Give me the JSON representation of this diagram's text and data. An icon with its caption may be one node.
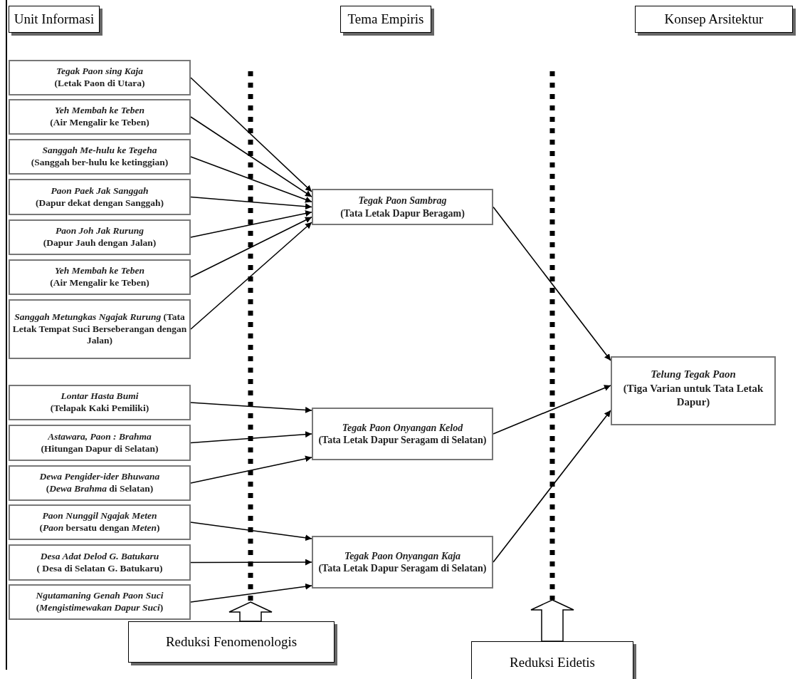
{
  "diagram": {
    "nodes": [
      {
        "text": [
          "Unit Informasi"
        ]
      },
      {
        "text": [
          "Tema Empiris"
        ]
      },
      {
        "text": [
          "Konsep Arsitektur"
        ]
      },
      {
        "text": [
          "Tegak Paon sing Kaja",
          "(Letak Paon di Utara)"
        ]
      },
      {
        "text": [
          "Yeh Membah ke Teben",
          "(Air Mengalir ke Teben)"
        ]
      },
      {
        "text": [
          "Sanggah Me-hulu ke Tegeha",
          "(Sanggah ber-hulu ke ketinggian)"
        ]
      },
      {
        "text": [
          "Paon Paek Jak Sanggah",
          "(Dapur dekat dengan Sanggah)"
        ]
      },
      {
        "text": [
          "Paon Joh Jak Rurung",
          "(Dapur Jauh dengan Jalan)"
        ]
      },
      {
        "text": [
          "Yeh Membah ke Teben",
          "(Air Mengalir ke Teben)"
        ]
      },
      {
        "text": [
          "*Sanggah Metungkas Ngajak Rurung* (Tata Letak Tempat Suci Berseberangan dengan Jalan)"
        ]
      },
      {
        "text": [
          "Lontar Hasta Bumi",
          "(Telapak Kaki Pemiliki)"
        ]
      },
      {
        "text": [
          "Astawara, Paon : Brahma",
          "(Hitungan Dapur di Selatan)"
        ]
      },
      {
        "text": [
          "Dewa Pengider-ider Bhuwana",
          "(*Dewa Brahma* di Selatan)"
        ]
      },
      {
        "text": [
          "Paon Nunggil Ngajak Meten",
          "(*Paon* bersatu dengan *Meten*)"
        ]
      },
      {
        "text": [
          "Desa Adat Delod G. Batukaru",
          "( Desa di Selatan G. Batukaru)"
        ]
      },
      {
        "text": [
          "Ngutamaning Genah Paon Suci",
          "(*Mengistimewakan Dapur Suci*)"
        ]
      },
      {
        "text": [
          "Tegak Paon Sambrag",
          "(Tata Letak Dapur Beragam)"
        ]
      },
      {
        "text": [
          "Tegak Paon Onyangan Kelod",
          "(Tata Letak Dapur Seragam di Selatan)"
        ]
      },
      {
        "text": [
          "Tegak Paon Onyangan Kaja",
          "(Tata Letak Dapur Seragam di Selatan)"
        ]
      },
      {
        "text": [
          "Telung Tegak Paon",
          "(Tiga Varian untuk Tata Letak Dapur)"
        ]
      },
      {
        "text": [
          "Reduksi Fenomenologis"
        ]
      },
      {
        "text": [
          "Reduksi Eidetis"
        ]
      }
    ],
    "edges": [
      {
        "from": 3,
        "to": 16,
        "arrow": "to"
      },
      {
        "from": 4,
        "to": 16,
        "arrow": "to"
      },
      {
        "from": 5,
        "to": 16,
        "arrow": "to"
      },
      {
        "from": 6,
        "to": 16,
        "arrow": "to"
      },
      {
        "from": 7,
        "to": 16,
        "arrow": "to"
      },
      {
        "from": 8,
        "to": 16,
        "arrow": "to"
      },
      {
        "from": 9,
        "to": 16,
        "arrow": "to"
      },
      {
        "from": 10,
        "to": 17,
        "arrow": "to"
      },
      {
        "from": 11,
        "to": 17,
        "arrow": "to"
      },
      {
        "from": 12,
        "to": 17,
        "arrow": "to"
      },
      {
        "from": 13,
        "to": 18,
        "arrow": "to"
      },
      {
        "from": 14,
        "to": 18,
        "arrow": "to"
      },
      {
        "from": 15,
        "to": 18,
        "arrow": "to"
      },
      {
        "from": 16,
        "to": 19,
        "arrow": "to"
      },
      {
        "from": 17,
        "to": 19,
        "arrow": "to"
      },
      {
        "from": 18,
        "to": 19,
        "arrow": "to"
      }
    ]
  }
}
